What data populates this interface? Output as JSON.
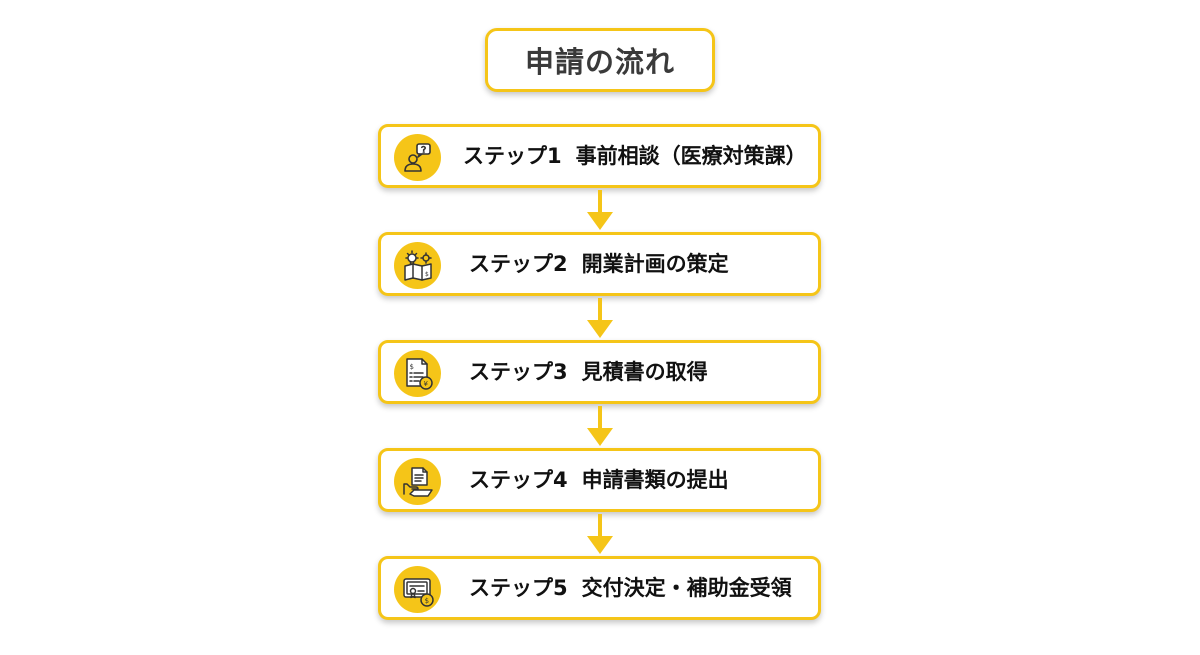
{
  "title": "申請の流れ",
  "steps": [
    {
      "label": "ステップ1",
      "text": "事前相談（医療対策課）",
      "icon": "consultation-icon"
    },
    {
      "label": "ステップ2",
      "text": "開業計画の策定",
      "icon": "business-plan-icon"
    },
    {
      "label": "ステップ3",
      "text": "見積書の取得",
      "icon": "estimate-document-icon"
    },
    {
      "label": "ステップ4",
      "text": "申請書類の提出",
      "icon": "document-submission-icon"
    },
    {
      "label": "ステップ5",
      "text": "交付決定・補助金受領",
      "icon": "certificate-grant-icon"
    }
  ],
  "colors": {
    "accent": "#F5C518",
    "text": "#111111",
    "title_text": "#3A3A3A",
    "icon_line": "#333333"
  }
}
